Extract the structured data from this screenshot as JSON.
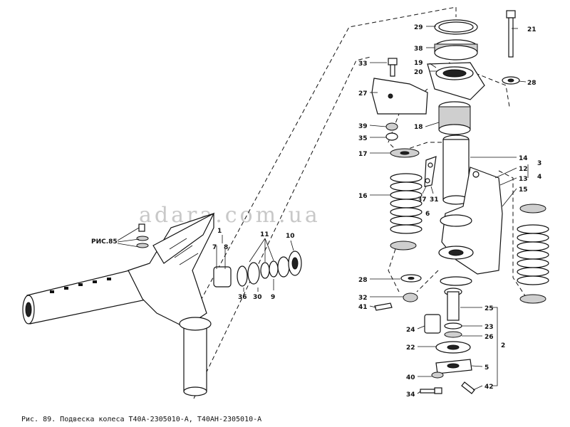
{
  "caption": "Рис. 89. Подвеска колеса Т40А-2305010-А, Т40АН-2305010-А",
  "watermark": "adara.com.ua",
  "ref_label": "РИС.85",
  "callouts": [
    "1",
    "2",
    "3",
    "4",
    "5",
    "6",
    "7",
    "8",
    "9",
    "10",
    "11",
    "12",
    "13",
    "14",
    "15",
    "16",
    "17",
    "18",
    "19",
    "20",
    "21",
    "22",
    "23",
    "24",
    "25",
    "26",
    "27",
    "28",
    "29",
    "30",
    "31",
    "32",
    "33",
    "34",
    "35",
    "36",
    "37",
    "38",
    "39",
    "40",
    "41",
    "42"
  ]
}
